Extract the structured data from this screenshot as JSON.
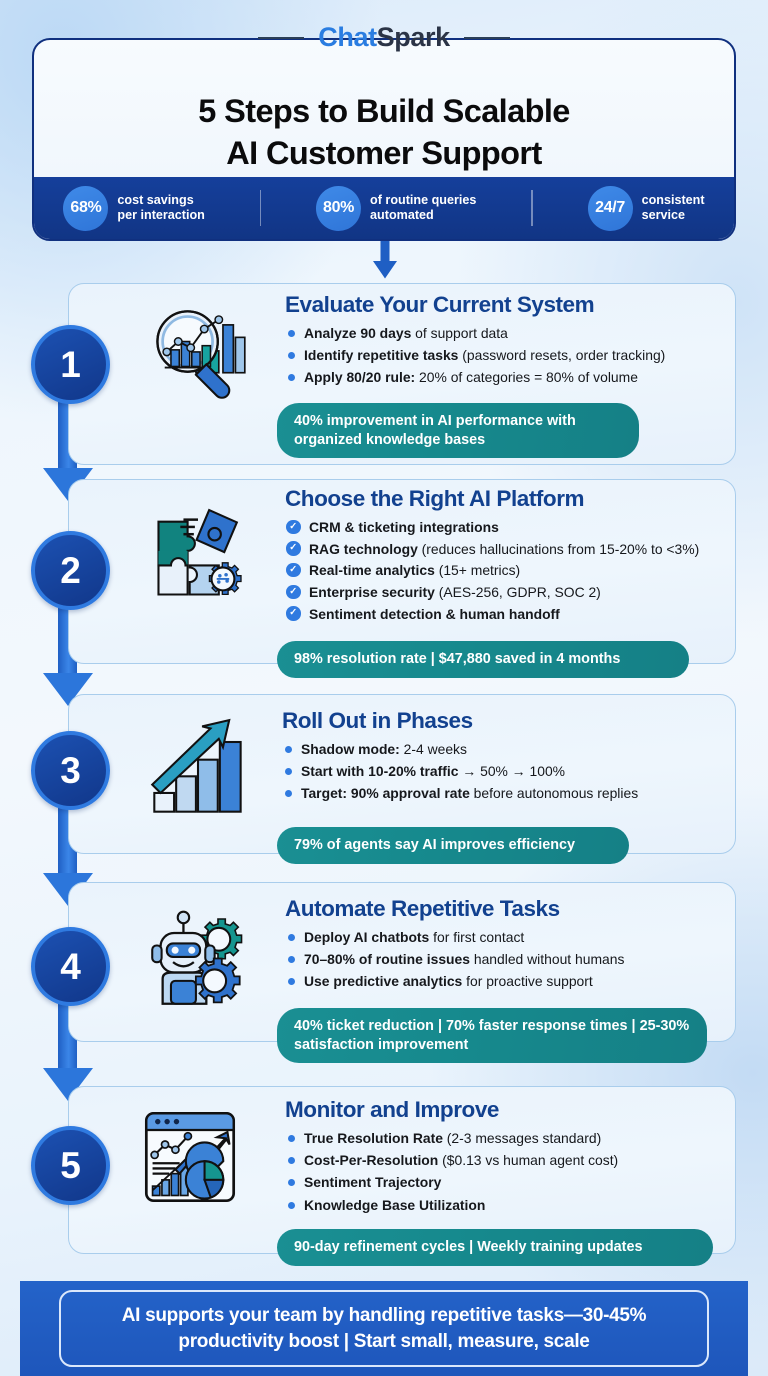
{
  "brand": {
    "word1": "Chat",
    "word2": "Spark"
  },
  "header": {
    "title_line1": "5 Steps to Build Scalable",
    "title_line2": "AI Customer Support",
    "stats": [
      {
        "value": "68%",
        "line1": "cost savings",
        "line2": "per interaction"
      },
      {
        "value": "80%",
        "line1": "of routine queries",
        "line2": "automated"
      },
      {
        "value": "24/7",
        "line1": "consistent",
        "line2": "service"
      }
    ]
  },
  "steps": [
    {
      "number": "1",
      "title": "Evaluate Your Current System",
      "icon": "magnifying-glass-chart-icon",
      "bullet_style": "dot",
      "points": [
        {
          "bold": "Analyze 90 days",
          "rest": " of support data"
        },
        {
          "bold": "Identify repetitive tasks",
          "rest": " (password resets, order tracking)"
        },
        {
          "bold": "Apply 80/20 rule:",
          "rest": " 20% of categories = 80% of volume"
        }
      ],
      "pill": "40% improvement in AI performance with organized knowledge bases"
    },
    {
      "number": "2",
      "title": "Choose the Right AI Platform",
      "icon": "puzzle-gear-icon",
      "bullet_style": "check",
      "points": [
        {
          "bold": "CRM & ticketing integrations",
          "rest": ""
        },
        {
          "bold": "RAG technology",
          "rest": " (reduces hallucinations from 15-20% to <3%)"
        },
        {
          "bold": "Real-time analytics",
          "rest": " (15+ metrics)"
        },
        {
          "bold": "Enterprise security",
          "rest": " (AES-256, GDPR, SOC 2)"
        },
        {
          "bold": "Sentiment detection & human handoff",
          "rest": ""
        }
      ],
      "pill": "98% resolution rate | $47,880 saved in 4 months"
    },
    {
      "number": "3",
      "title": "Roll Out in Phases",
      "icon": "growth-bar-arrow-icon",
      "bullet_style": "dot",
      "points": [
        {
          "bold": "Shadow mode:",
          "rest": " 2-4 weeks"
        },
        {
          "bold": "Start with 10-20% traffic",
          "rest": " → 50% → 100%"
        },
        {
          "bold": "Target: 90% approval rate",
          "rest": " before autonomous replies"
        }
      ],
      "pill": "79% of agents say AI improves efficiency"
    },
    {
      "number": "4",
      "title": "Automate Repetitive Tasks",
      "icon": "robot-gears-icon",
      "bullet_style": "dot",
      "points": [
        {
          "bold": "Deploy AI chatbots",
          "rest": " for first contact"
        },
        {
          "bold": "70–80% of routine issues",
          "rest": " handled without humans"
        },
        {
          "bold": "Use predictive analytics",
          "rest": " for proactive support"
        }
      ],
      "pill": "40% ticket reduction | 70% faster response times | 25-30% satisfaction improvement"
    },
    {
      "number": "5",
      "title": "Monitor and Improve",
      "icon": "dashboard-analytics-icon",
      "bullet_style": "dot",
      "points": [
        {
          "bold": "True Resolution Rate",
          "rest": " (2-3 messages standard)"
        },
        {
          "bold": "Cost-Per-Resolution",
          "rest": " ($0.13 vs human agent cost)"
        },
        {
          "bold": "Sentiment Trajectory",
          "rest": ""
        },
        {
          "bold": "Knowledge Base Utilization",
          "rest": ""
        }
      ],
      "pill": "90-day refinement cycles | Weekly training updates"
    }
  ],
  "footer": {
    "line1": "AI supports your team by handling repetitive tasks—30-45%",
    "line2": "productivity boost | Start small, measure, scale"
  },
  "colors": {
    "navy": "#12418f",
    "blue": "#2f7ae0",
    "dark_navy": "#113585",
    "teal": "#16898d",
    "card_border": "#a9cdec"
  }
}
